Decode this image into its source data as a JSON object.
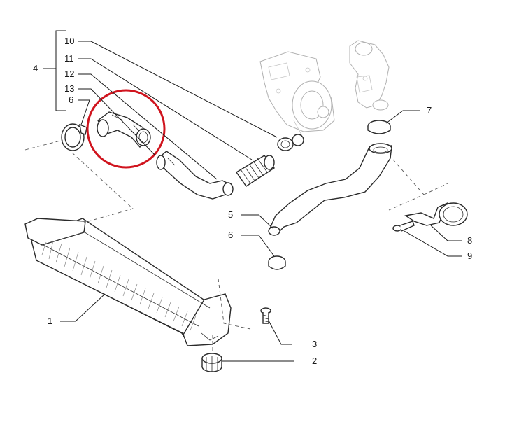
{
  "diagram": {
    "callouts": {
      "c1": "1",
      "c2": "2",
      "c3": "3",
      "c4": "4",
      "c5": "5",
      "c6a": "6",
      "c6b": "6",
      "c7": "7",
      "c8": "8",
      "c9": "9",
      "c10": "10",
      "c11": "11",
      "c12": "12",
      "c13": "13"
    },
    "highlight_color": "#d0141e",
    "line_color": "#1a1a1a",
    "ghost_color": "#b0b0b0"
  }
}
